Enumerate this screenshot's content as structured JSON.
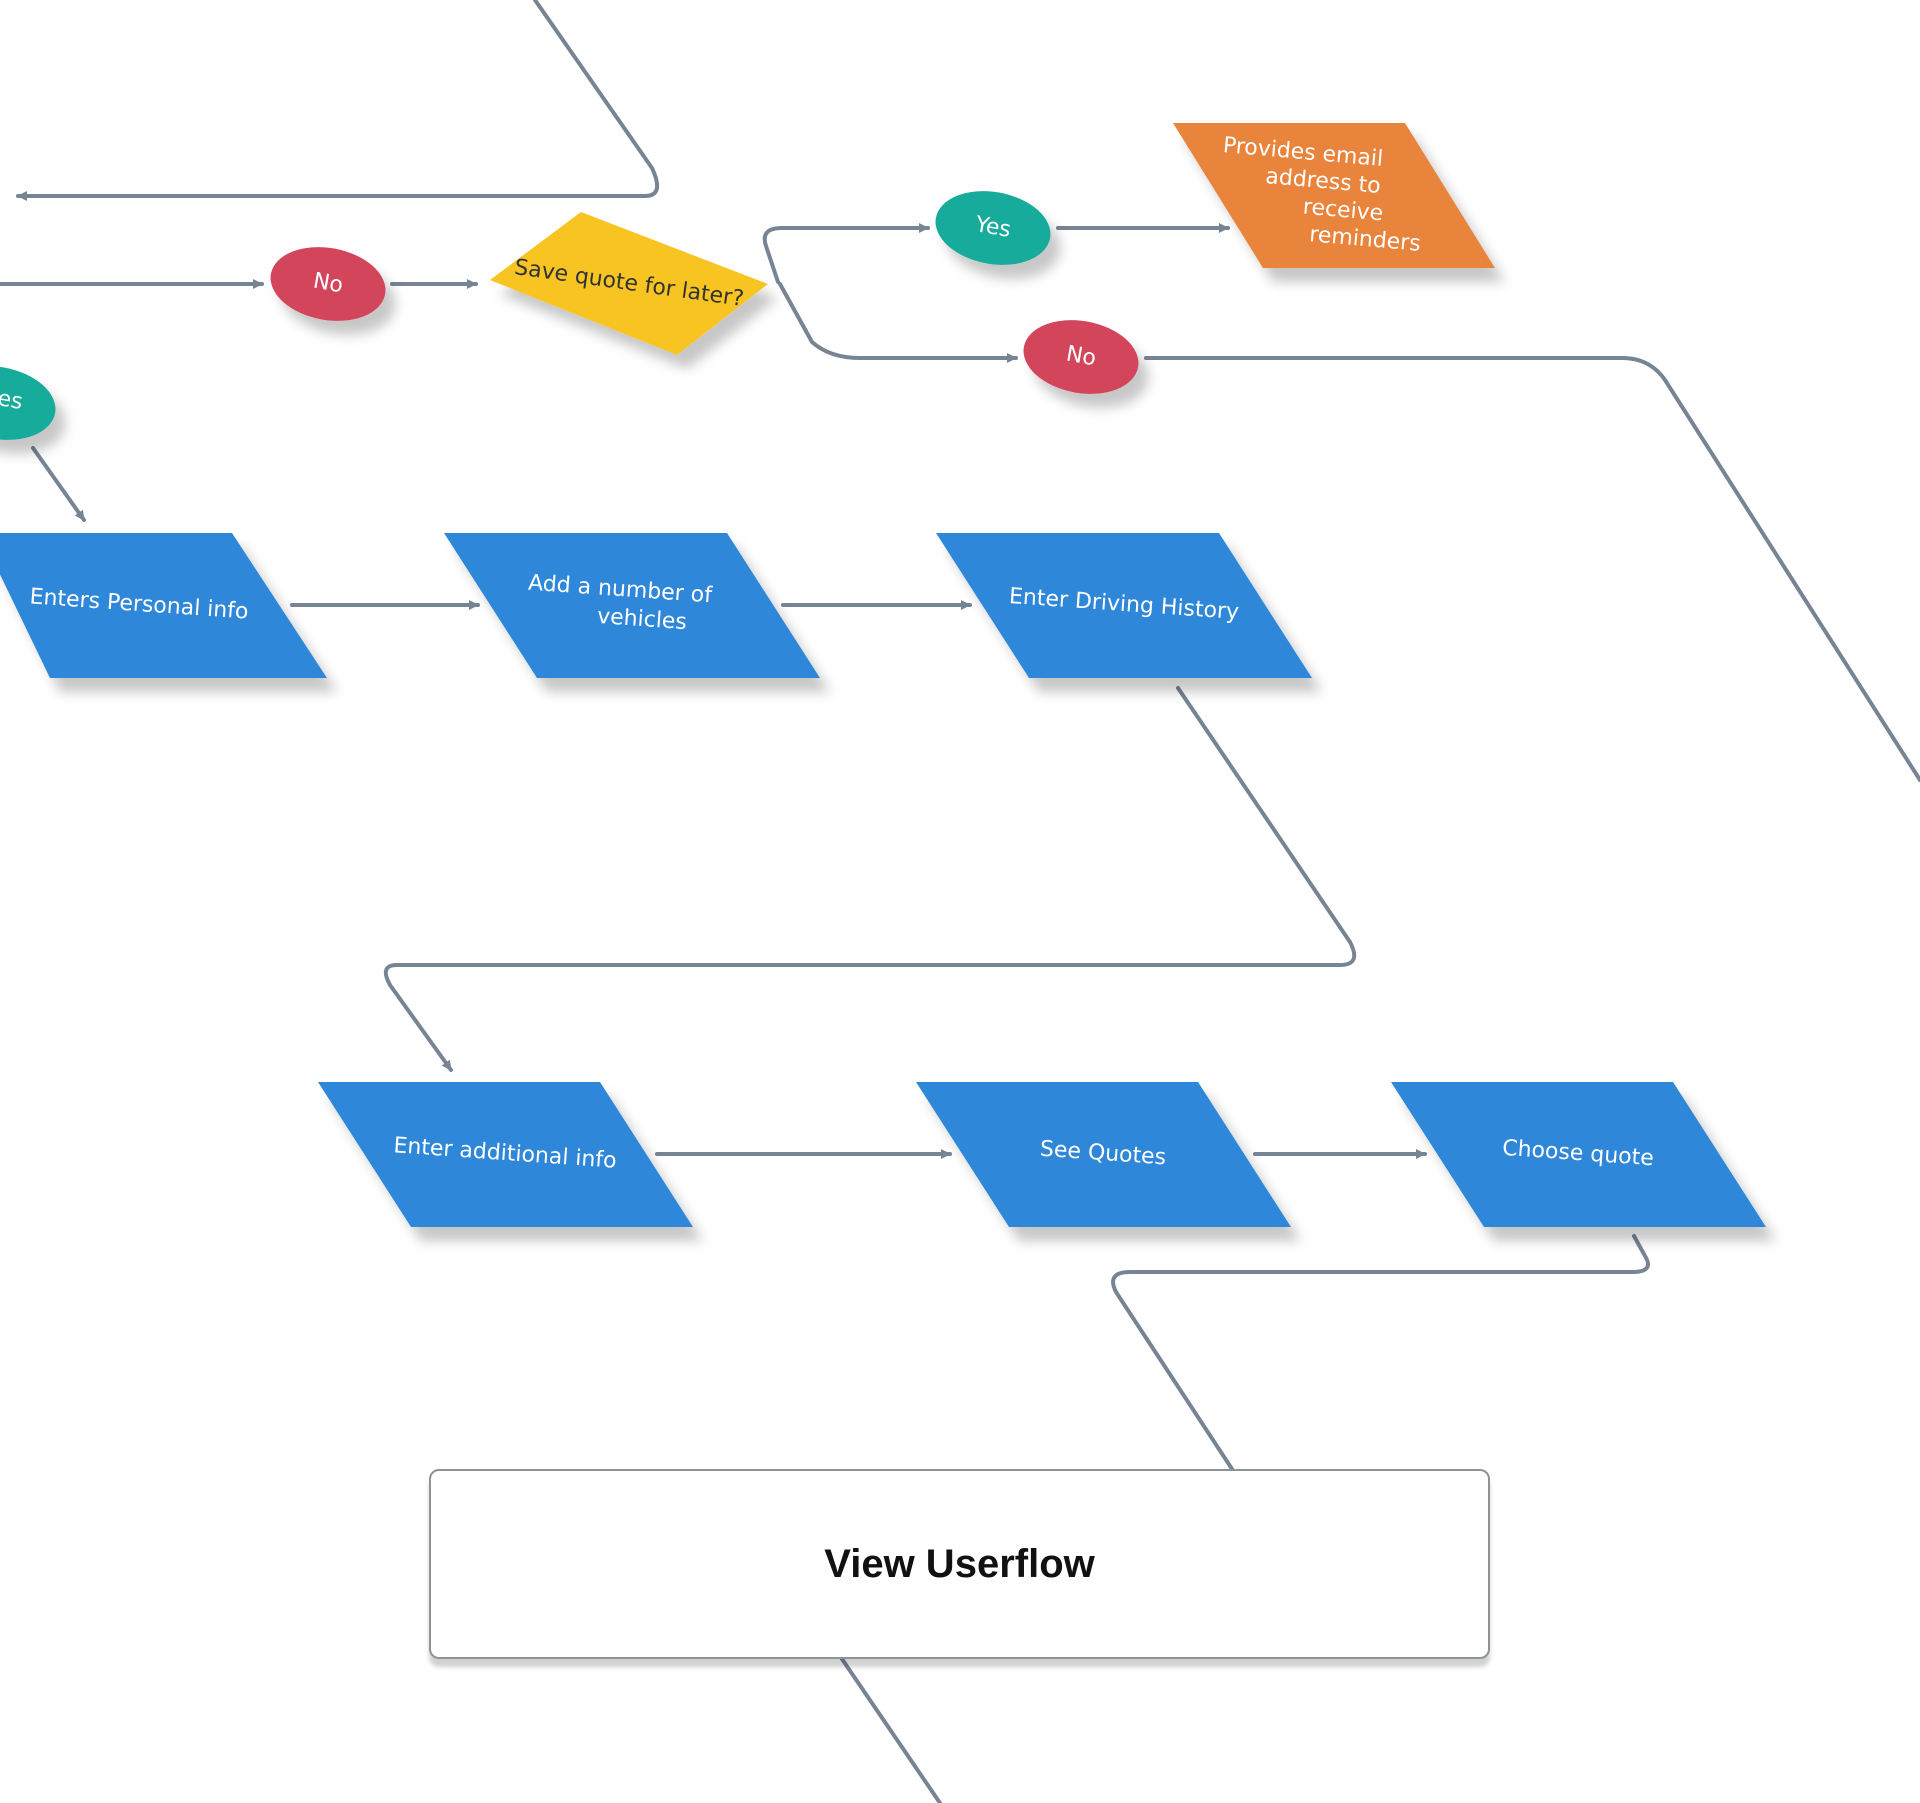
{
  "colors": {
    "process": "#2d87d9",
    "yes": "#17ab9a",
    "no": "#d3445a",
    "decision": "#f7c424",
    "email": "#e8843b",
    "connector": "#778493"
  },
  "nodes": {
    "save_quote_decision": "Save quote for later?",
    "email_reminder": [
      "Provides email",
      "address to",
      "receive",
      "reminders"
    ],
    "enters_personal_info": "Enters Personal info",
    "add_vehicles": [
      "Add a number of",
      "vehicles"
    ],
    "enter_driving_history": "Enter Driving History",
    "enter_additional_info": "Enter additional info",
    "see_quotes": "See Quotes",
    "choose_quote": "Choose  quote"
  },
  "badges": {
    "no_1": "No",
    "yes_1": "Yes",
    "no_2": "No",
    "yes_partial": "es"
  },
  "view_button": {
    "label": "View Userflow"
  }
}
